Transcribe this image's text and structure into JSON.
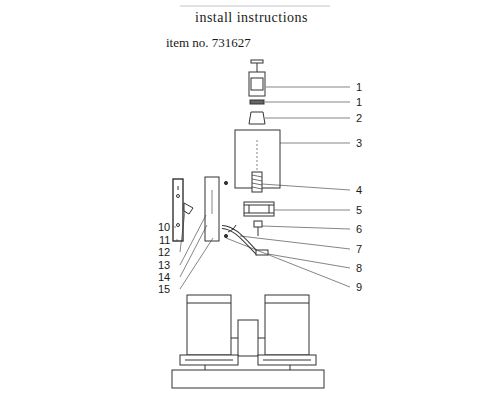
{
  "diagram": {
    "title": "install instructions",
    "labels": [
      "item no. 731627",
      "1",
      "1",
      "2",
      "3",
      "4",
      "5",
      "6",
      "7",
      "8",
      "9",
      "10",
      "11",
      "12",
      "13",
      "14",
      "15"
    ]
  }
}
